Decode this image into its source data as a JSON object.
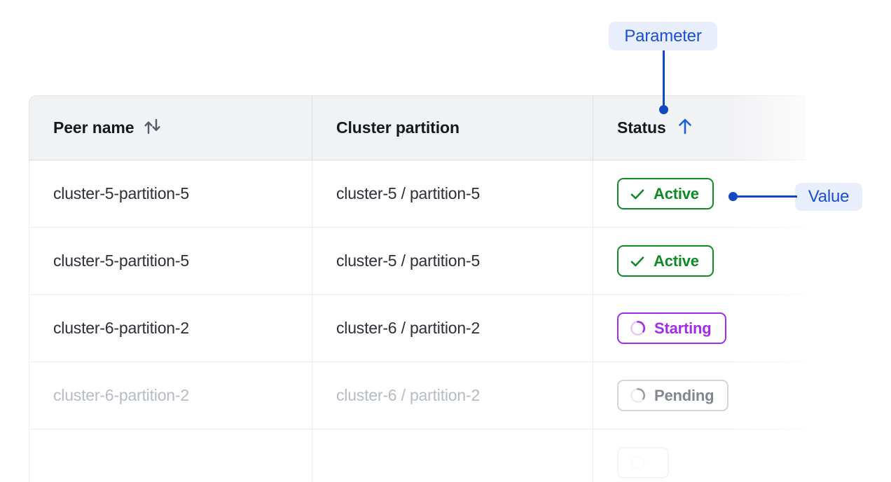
{
  "annotations": {
    "parameter": {
      "label": "Parameter",
      "color": "#1b4fd8",
      "background": "#e8eefc"
    },
    "value": {
      "label": "Value",
      "color": "#1b4fd8",
      "background": "#e8eefc"
    },
    "connector_color": "#1348c4"
  },
  "table": {
    "columns": [
      {
        "key": "peer_name",
        "label": "Peer name",
        "sort_icon": "sort-updown-icon",
        "sorted": false
      },
      {
        "key": "cluster_partition",
        "label": "Cluster partition",
        "sort_icon": null,
        "sorted": false
      },
      {
        "key": "status",
        "label": "Status",
        "sort_icon": "arrow-up-icon",
        "sorted": true,
        "sort_direction": "ascending"
      }
    ],
    "rows": [
      {
        "peer_name": "cluster-5-partition-5",
        "cluster_partition": "cluster-5 / partition-5",
        "status": {
          "label": "Active",
          "icon": "check-icon",
          "variant": "active",
          "color": "#0e8a27"
        },
        "state": "normal"
      },
      {
        "peer_name": "cluster-5-partition-5",
        "cluster_partition": "cluster-5 / partition-5",
        "status": {
          "label": "Active",
          "icon": "check-icon",
          "variant": "active",
          "color": "#0e8a27"
        },
        "state": "normal"
      },
      {
        "peer_name": "cluster-6-partition-2",
        "cluster_partition": "cluster-6 / partition-2",
        "status": {
          "label": "Starting",
          "icon": "spinner-icon",
          "variant": "starting",
          "color": "#a32bf0"
        },
        "state": "normal"
      },
      {
        "peer_name": "cluster-6-partition-2",
        "cluster_partition": "cluster-6 / partition-2",
        "status": {
          "label": "Pending",
          "icon": "spinner-icon",
          "variant": "pending",
          "color": "#82878f"
        },
        "state": "muted"
      },
      {
        "peer_name": "",
        "cluster_partition": "",
        "status": {
          "label": "",
          "icon": "spinner-icon",
          "variant": "ghost",
          "color": "#f4f5f6"
        },
        "state": "ghost"
      }
    ]
  }
}
